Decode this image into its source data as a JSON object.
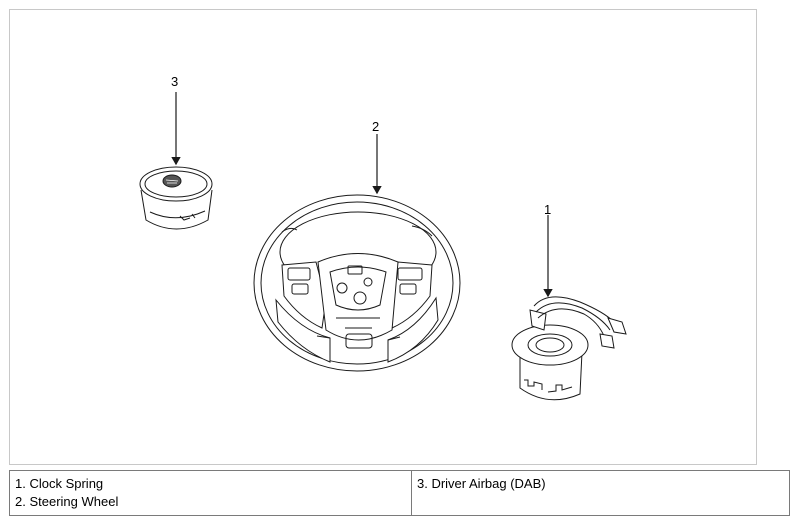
{
  "callouts": {
    "airbag": "3",
    "steering_wheel": "2",
    "clock_spring": "1"
  },
  "legend": {
    "left": [
      "1. Clock Spring",
      "2. Steering Wheel"
    ],
    "right": [
      "3. Driver Airbag (DAB)"
    ]
  },
  "colors": {
    "line": "#1a1a1a",
    "frame": "#c8c8c8",
    "table_border": "#7a7a7a"
  }
}
